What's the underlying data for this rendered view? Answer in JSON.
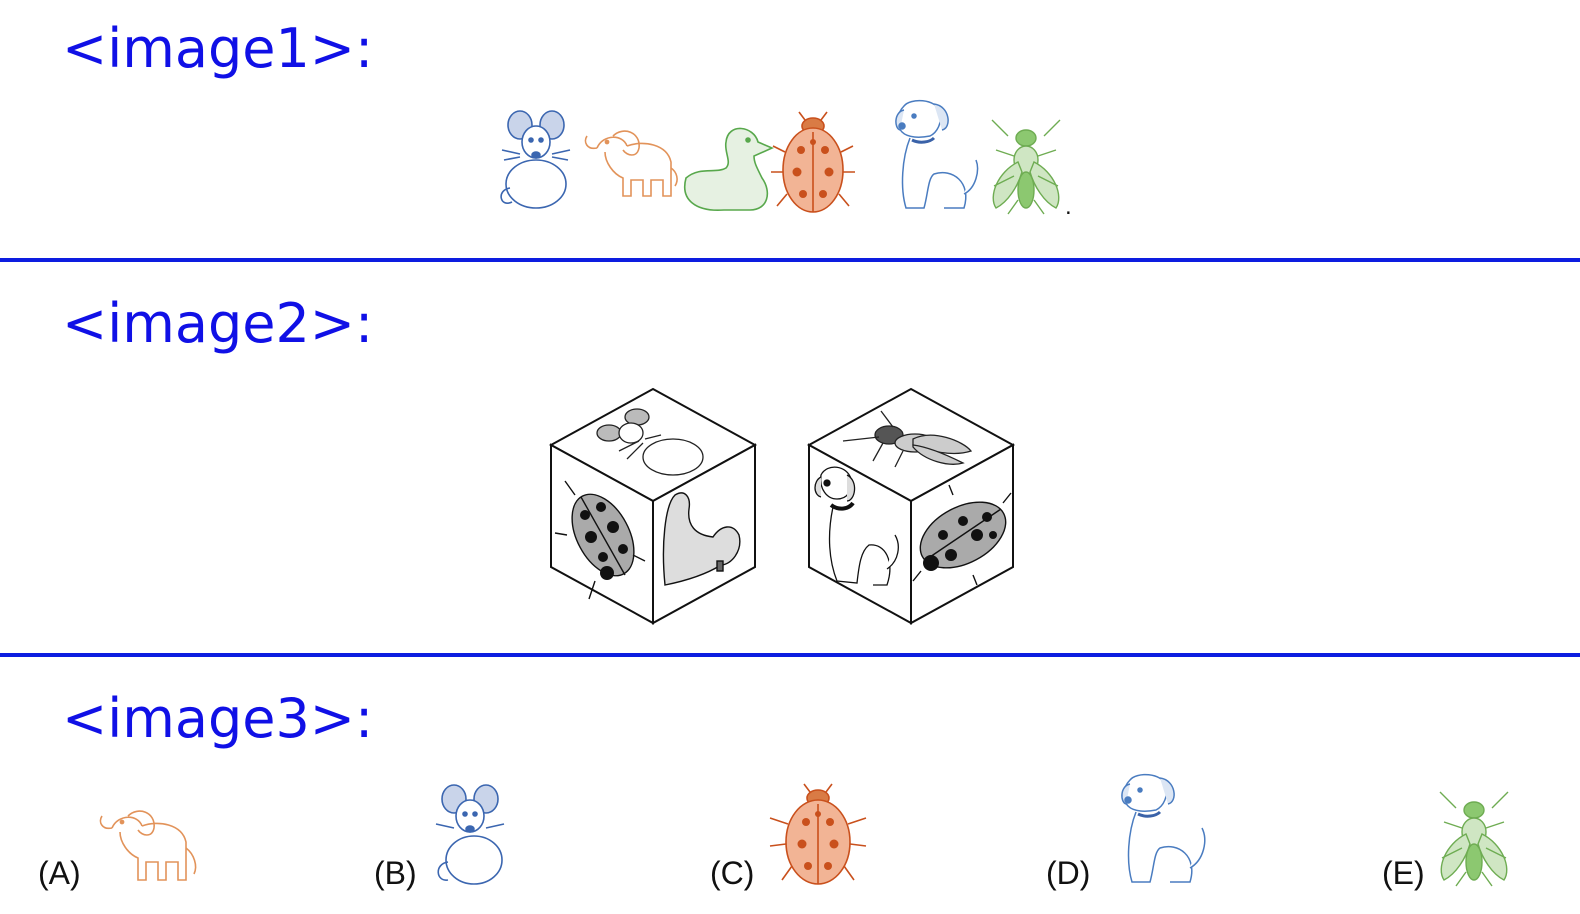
{
  "sections": {
    "image1": {
      "label": "<image1>:",
      "period": "."
    },
    "image2": {
      "label": "<image2>:"
    },
    "image3": {
      "label": "<image3>:"
    }
  },
  "sequence_animals": [
    "mouse-icon",
    "elephant-icon",
    "duck-icon",
    "ladybug-icon",
    "dog-icon",
    "fly-icon"
  ],
  "cube_left_faces": {
    "top": "mouse-icon",
    "left": "ladybug-icon",
    "right": "duck-icon"
  },
  "cube_right_faces": {
    "top": "fly-icon",
    "left": "dog-icon",
    "right": "ladybug-icon"
  },
  "options": [
    {
      "label": "(A)",
      "icon": "elephant-icon"
    },
    {
      "label": "(B)",
      "icon": "mouse-icon"
    },
    {
      "label": "(C)",
      "icon": "ladybug-icon"
    },
    {
      "label": "(D)",
      "icon": "dog-icon"
    },
    {
      "label": "(E)",
      "icon": "fly-icon"
    }
  ],
  "colors": {
    "heading": "#1010e6",
    "divider": "#0d1de0",
    "mouse": "#3b66b0",
    "elephant": "#e2935a",
    "duck": "#58a84c",
    "ladybug_fill": "#f2b495",
    "ladybug_spot": "#c9501c",
    "dog": "#4a7cc0",
    "fly": "#6eac52"
  }
}
